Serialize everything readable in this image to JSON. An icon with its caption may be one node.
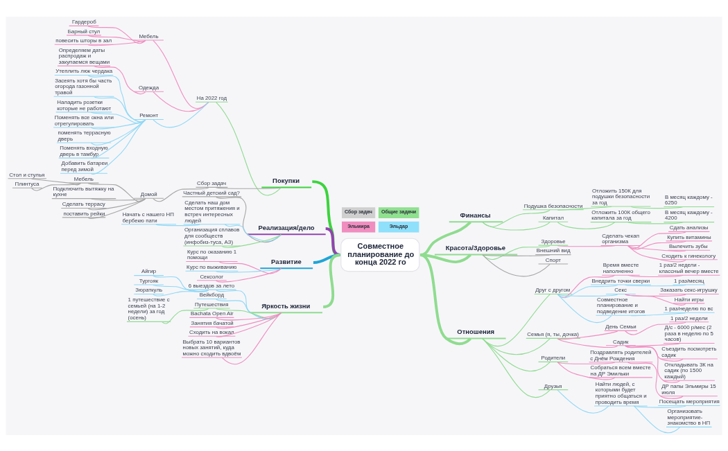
{
  "diagram": {
    "nodes": [
      {
        "text": [
          "Совместное планирование до конца 2022 го"
        ]
      },
      {
        "text": [
          "Покупки"
        ]
      },
      {
        "text": [
          "На 2022 год"
        ]
      },
      {
        "text": [
          "Мебель"
        ]
      },
      {
        "text": [
          "Гардероб"
        ]
      },
      {
        "text": [
          "Барный стул"
        ]
      },
      {
        "text": [
          "повесить шторы в зал"
        ]
      },
      {
        "text": [
          "Одежда"
        ]
      },
      {
        "text": [
          "Определяем даты распродаж и закупаемся вещами"
        ]
      },
      {
        "text": [
          "Ремонт"
        ]
      },
      {
        "text": [
          "Утеплить люк чердака"
        ]
      },
      {
        "text": [
          "Засеять хотя бы часть огорода газонной травой"
        ]
      },
      {
        "text": [
          "Наладить розетки которые не работают"
        ]
      },
      {
        "text": [
          "Поменять все окна или отрегулировать"
        ]
      },
      {
        "text": [
          "поменять террасную дверь"
        ]
      },
      {
        "text": [
          "Поменять входную дверь в тамбур"
        ]
      },
      {
        "text": [
          "Добавить батареи перед зимой"
        ]
      },
      {
        "text": [
          "Сбор задач"
        ]
      },
      {
        "text": [
          "Домой"
        ]
      },
      {
        "text": [
          "Мебель"
        ]
      },
      {
        "text": [
          "Стол и стулья"
        ]
      },
      {
        "text": [
          "Плинтуса"
        ]
      },
      {
        "text": [
          "Подключить вытяжку на кухне"
        ]
      },
      {
        "text": [
          "Сделать террасу"
        ]
      },
      {
        "text": [
          "поставить рейки"
        ]
      },
      {
        "text": [
          "Реализация/дело"
        ]
      },
      {
        "text": [
          "Частный детский сад?"
        ]
      },
      {
        "text": [
          "Сделать наш дом местом притяжения и встреч интересных людей"
        ]
      },
      {
        "text": [
          "Начать с нашего НП бербекю пати"
        ]
      },
      {
        "text": [
          "Организация сплавов для сообществ (инфобиз-туса, АЗ)"
        ]
      },
      {
        "text": [
          "Развитие"
        ]
      },
      {
        "text": [
          "Курс по оказанию 1 помощи"
        ]
      },
      {
        "text": [
          "Курс по выживанию"
        ]
      },
      {
        "text": [
          "Сексолог"
        ]
      },
      {
        "text": [
          "Яркость жизни"
        ]
      },
      {
        "text": [
          "6 выездов за лето"
        ]
      },
      {
        "text": [
          "Айгир"
        ]
      },
      {
        "text": [
          "Тургояк"
        ]
      },
      {
        "text": [
          "Зюраткуль"
        ]
      },
      {
        "text": [
          "Вейкборд"
        ]
      },
      {
        "text": [
          "Путешествия"
        ]
      },
      {
        "text": [
          "1 путешествие с семьей (на 1-2 недели) за год (осень)"
        ]
      },
      {
        "text": [
          "Bachata Open Air"
        ]
      },
      {
        "text": [
          "Занятия бачатой"
        ]
      },
      {
        "text": [
          "Сходить на вокал"
        ]
      },
      {
        "text": [
          "Выбрать 10 вариантов новых занятий, куда можно сходить вдвоём"
        ]
      },
      {
        "text": [
          "Финансы"
        ]
      },
      {
        "text": [
          "Подушка безопасности"
        ]
      },
      {
        "text": [
          "Отложить 150К для подушки безопасности за год"
        ]
      },
      {
        "text": [
          "В месяц каждому - 6250"
        ]
      },
      {
        "text": [
          "Капитал"
        ]
      },
      {
        "text": [
          "Отложить 100К общего капитала за год"
        ]
      },
      {
        "text": [
          "В месяц каждому - 4200"
        ]
      },
      {
        "text": [
          "Красота/Здоровье"
        ]
      },
      {
        "text": [
          "Здоровье"
        ]
      },
      {
        "text": [
          "Сделать чекап организма"
        ]
      },
      {
        "text": [
          "Сдать анализы"
        ]
      },
      {
        "text": [
          "Купить витамины"
        ]
      },
      {
        "text": [
          "Вылечить зубы"
        ]
      },
      {
        "text": [
          "Сходить к гинекологу"
        ]
      },
      {
        "text": [
          "Внешний вид"
        ]
      },
      {
        "text": [
          "Спорт"
        ]
      },
      {
        "text": [
          "Отношения"
        ]
      },
      {
        "text": [
          "Друг с другом"
        ]
      },
      {
        "text": [
          "Время вместе наполненно"
        ]
      },
      {
        "text": [
          "1 раз/2 недели - классный вечер вместе"
        ]
      },
      {
        "text": [
          "Внедрить точки сверки"
        ]
      },
      {
        "text": [
          "1 раз/месяц"
        ]
      },
      {
        "text": [
          "Секс"
        ]
      },
      {
        "text": [
          "Заказать секс-игрушку"
        ]
      },
      {
        "text": [
          "Найти игры"
        ]
      },
      {
        "text": [
          "Совместное планирование и подведение итогов"
        ]
      },
      {
        "text": [
          "1 раз/неделю по вс"
        ]
      },
      {
        "text": [
          "Семья (я, ты, дочка)"
        ]
      },
      {
        "text": [
          "День Семьи"
        ]
      },
      {
        "text": [
          "1 раз/2 недели"
        ]
      },
      {
        "text": [
          "Садик"
        ]
      },
      {
        "text": [
          "Д/с - 6000 р/мес (2 раза в неделю по 5 часов)"
        ]
      },
      {
        "text": [
          "Съездить посмотреть садик"
        ]
      },
      {
        "text": [
          "Откладывать 3К на садик (по 1500 каждый)"
        ]
      },
      {
        "text": [
          "Родители"
        ]
      },
      {
        "text": [
          "Поздравлять родителей с Днём Рождения"
        ]
      },
      {
        "text": [
          "ДР папы Эльмиры 15 июля"
        ]
      },
      {
        "text": [
          "Собраться всем вместе на ДР Эмильки"
        ]
      },
      {
        "text": [
          "Друзья"
        ]
      },
      {
        "text": [
          "Найти людей, с которыми будет приятно общаться и проводить время"
        ]
      },
      {
        "text": [
          "Посещать мероприятия"
        ]
      },
      {
        "text": [
          "Организовать мероприятие-знакомство в НП"
        ]
      }
    ],
    "edges": [
      {
        "from": 0,
        "to": 1,
        "arrow": "none",
        "style": "thick",
        "color": "#3cd43c"
      },
      {
        "from": 1,
        "to": 2,
        "arrow": "none",
        "color": "#8fdc8f"
      },
      {
        "from": 2,
        "to": 3,
        "arrow": "none"
      },
      {
        "from": 3,
        "to": 4,
        "arrow": "none"
      },
      {
        "from": 3,
        "to": 5,
        "arrow": "none"
      },
      {
        "from": 3,
        "to": 6,
        "arrow": "none"
      },
      {
        "from": 2,
        "to": 7,
        "arrow": "none"
      },
      {
        "from": 7,
        "to": 8,
        "arrow": "none"
      },
      {
        "from": 2,
        "to": 9,
        "arrow": "none",
        "color": "#8fd8f5"
      },
      {
        "from": 9,
        "to": 10,
        "arrow": "none",
        "color": "#8fd8f5"
      },
      {
        "from": 9,
        "to": 11,
        "arrow": "none",
        "color": "#8fd8f5"
      },
      {
        "from": 9,
        "to": 12,
        "arrow": "none",
        "color": "#8fd8f5"
      },
      {
        "from": 9,
        "to": 13,
        "arrow": "none",
        "color": "#8fd8f5"
      },
      {
        "from": 9,
        "to": 14,
        "arrow": "none",
        "color": "#8fd8f5"
      },
      {
        "from": 9,
        "to": 15,
        "arrow": "none",
        "color": "#8fd8f5"
      },
      {
        "from": 9,
        "to": 16,
        "arrow": "none",
        "color": "#8fd8f5"
      },
      {
        "from": 1,
        "to": 17,
        "arrow": "none",
        "color": "#a6a6a6"
      },
      {
        "from": 17,
        "to": 18,
        "arrow": "none",
        "color": "#a6a6a6"
      },
      {
        "from": 18,
        "to": 19,
        "arrow": "none",
        "color": "#a6a6a6"
      },
      {
        "from": 19,
        "to": 20,
        "arrow": "none",
        "color": "#a6a6a6"
      },
      {
        "from": 19,
        "to": 21,
        "arrow": "none",
        "color": "#a6a6a6"
      },
      {
        "from": 18,
        "to": 22,
        "arrow": "none",
        "color": "#a6a6a6"
      },
      {
        "from": 18,
        "to": 23,
        "arrow": "none",
        "color": "#a6a6a6"
      },
      {
        "from": 18,
        "to": 24,
        "arrow": "none",
        "color": "#a6a6a6"
      },
      {
        "from": 0,
        "to": 25,
        "arrow": "none",
        "style": "thick",
        "color": "#9244b0"
      },
      {
        "from": 25,
        "to": 26,
        "arrow": "none",
        "color": "#a6a6a6"
      },
      {
        "from": 25,
        "to": 27,
        "arrow": "none",
        "color": "#8fd8f5"
      },
      {
        "from": 27,
        "to": 28,
        "arrow": "none",
        "color": "#8fd8f5"
      },
      {
        "from": 25,
        "to": 29,
        "arrow": "none",
        "color": "#8fdc8f"
      },
      {
        "from": 0,
        "to": 30,
        "arrow": "none",
        "style": "thick",
        "color": "#1fa5d6"
      },
      {
        "from": 30,
        "to": 31,
        "arrow": "none"
      },
      {
        "from": 30,
        "to": 32,
        "arrow": "none",
        "color": "#8fd8f5"
      },
      {
        "from": 30,
        "to": 33,
        "arrow": "none"
      },
      {
        "from": 0,
        "to": 34,
        "arrow": "none",
        "style": "thick",
        "color": "#8fdc8f"
      },
      {
        "from": 34,
        "to": 35,
        "arrow": "none",
        "color": "#8fd8f5"
      },
      {
        "from": 35,
        "to": 36,
        "arrow": "none",
        "color": "#8fd8f5"
      },
      {
        "from": 35,
        "to": 37,
        "arrow": "none",
        "color": "#8fd8f5"
      },
      {
        "from": 35,
        "to": 38,
        "arrow": "none",
        "color": "#8fd8f5"
      },
      {
        "from": 34,
        "to": 39,
        "arrow": "none",
        "color": "#8fd8f5"
      },
      {
        "from": 34,
        "to": 40,
        "arrow": "none",
        "color": "#8fdc8f"
      },
      {
        "from": 40,
        "to": 41,
        "arrow": "none",
        "color": "#8fdc8f"
      },
      {
        "from": 34,
        "to": 42,
        "arrow": "none"
      },
      {
        "from": 34,
        "to": 43,
        "arrow": "none"
      },
      {
        "from": 34,
        "to": 44,
        "arrow": "none"
      },
      {
        "from": 34,
        "to": 45,
        "arrow": "none"
      },
      {
        "from": 0,
        "to": 46,
        "arrow": "none",
        "style": "thick",
        "color": "#8fdc8f"
      },
      {
        "from": 46,
        "to": 47,
        "arrow": "none",
        "color": "#8fdc8f"
      },
      {
        "from": 47,
        "to": 48,
        "arrow": "none",
        "color": "#8fdc8f"
      },
      {
        "from": 48,
        "to": 49,
        "arrow": "none",
        "color": "#8fdc8f"
      },
      {
        "from": 46,
        "to": 50,
        "arrow": "none",
        "color": "#8fdc8f"
      },
      {
        "from": 50,
        "to": 51,
        "arrow": "none",
        "color": "#8fdc8f"
      },
      {
        "from": 51,
        "to": 52,
        "arrow": "none",
        "color": "#8fdc8f"
      },
      {
        "from": 0,
        "to": 53,
        "arrow": "none",
        "style": "thick",
        "color": "#8fdc8f"
      },
      {
        "from": 53,
        "to": 54,
        "arrow": "none",
        "color": "#8fdc8f"
      },
      {
        "from": 54,
        "to": 55,
        "arrow": "none"
      },
      {
        "from": 55,
        "to": 56,
        "arrow": "none"
      },
      {
        "from": 55,
        "to": 57,
        "arrow": "none"
      },
      {
        "from": 55,
        "to": 58,
        "arrow": "none"
      },
      {
        "from": 55,
        "to": 59,
        "arrow": "none"
      },
      {
        "from": 53,
        "to": 60,
        "arrow": "none",
        "color": "#a6a6a6"
      },
      {
        "from": 53,
        "to": 61,
        "arrow": "none",
        "color": "#a6a6a6"
      },
      {
        "from": 0,
        "to": 62,
        "arrow": "none",
        "style": "thick",
        "color": "#8fdc8f"
      },
      {
        "from": 62,
        "to": 63,
        "arrow": "none",
        "color": "#8fdc8f"
      },
      {
        "from": 63,
        "to": 64,
        "arrow": "none"
      },
      {
        "from": 64,
        "to": 65,
        "arrow": "none"
      },
      {
        "from": 63,
        "to": 66,
        "arrow": "none",
        "color": "#8fd8f5"
      },
      {
        "from": 66,
        "to": 67,
        "arrow": "none",
        "color": "#8fd8f5"
      },
      {
        "from": 63,
        "to": 68,
        "arrow": "none",
        "color": "#8fd8f5"
      },
      {
        "from": 68,
        "to": 69,
        "arrow": "none"
      },
      {
        "from": 68,
        "to": 70,
        "arrow": "none"
      },
      {
        "from": 63,
        "to": 71,
        "arrow": "none",
        "color": "#8fd8f5"
      },
      {
        "from": 71,
        "to": 72,
        "arrow": "none",
        "color": "#8fd8f5"
      },
      {
        "from": 62,
        "to": 73,
        "arrow": "none",
        "color": "#8fdc8f"
      },
      {
        "from": 73,
        "to": 74,
        "arrow": "none"
      },
      {
        "from": 74,
        "to": 75,
        "arrow": "none"
      },
      {
        "from": 73,
        "to": 76,
        "arrow": "none"
      },
      {
        "from": 76,
        "to": 77,
        "arrow": "none"
      },
      {
        "from": 76,
        "to": 78,
        "arrow": "none"
      },
      {
        "from": 76,
        "to": 79,
        "arrow": "none"
      },
      {
        "from": 62,
        "to": 80,
        "arrow": "none",
        "color": "#8fdc8f"
      },
      {
        "from": 80,
        "to": 81,
        "arrow": "none"
      },
      {
        "from": 81,
        "to": 82,
        "arrow": "none"
      },
      {
        "from": 80,
        "to": 83,
        "arrow": "none"
      },
      {
        "from": 62,
        "to": 84,
        "arrow": "none",
        "color": "#8fdc8f"
      },
      {
        "from": 84,
        "to": 85,
        "arrow": "none",
        "color": "#8fd8f5"
      },
      {
        "from": 85,
        "to": 86,
        "arrow": "none",
        "color": "#8fd8f5"
      },
      {
        "from": 85,
        "to": 87,
        "arrow": "none",
        "color": "#8fd8f5"
      }
    ],
    "legend": [
      {
        "text": "Сбор задач",
        "color": "#cfcfcf"
      },
      {
        "text": "Общие задачи",
        "color": "#8fe08f"
      },
      {
        "text": "Эльмира",
        "color": "#f08ec0"
      },
      {
        "text": "Эльдар",
        "color": "#8fe0fb"
      }
    ]
  }
}
